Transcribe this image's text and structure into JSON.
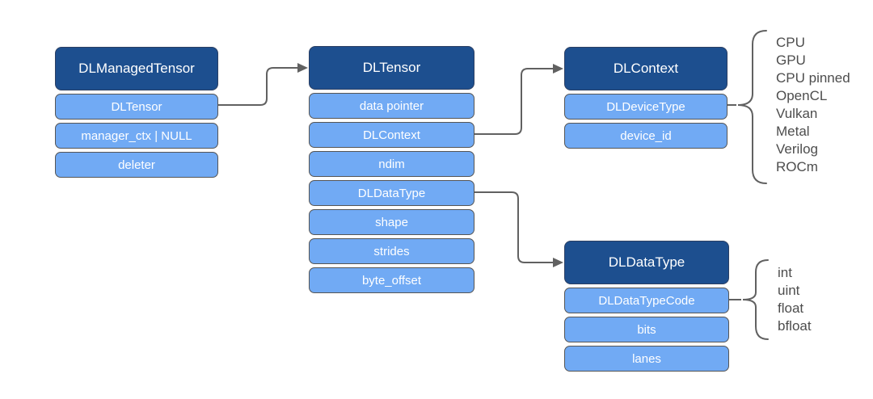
{
  "boxes": [
    {
      "title": "DLManagedTensor",
      "rows": [
        "DLTensor",
        "manager_ctx | NULL",
        "deleter"
      ]
    },
    {
      "title": "DLTensor",
      "rows": [
        "data pointer",
        "DLContext",
        "ndim",
        "DLDataType",
        "shape",
        "strides",
        "byte_offset"
      ]
    },
    {
      "title": "DLContext",
      "rows": [
        "DLDeviceType",
        "device_id"
      ]
    },
    {
      "title": "DLDataType",
      "rows": [
        "DLDataTypeCode",
        "bits",
        "lanes"
      ]
    }
  ],
  "enums": {
    "device_types": [
      "CPU",
      "GPU",
      "CPU pinned",
      "OpenCL",
      "Vulkan",
      "Metal",
      "Verilog",
      "ROCm"
    ],
    "data_type_codes": [
      "int",
      "uint",
      "float",
      "bfloat"
    ]
  },
  "colors": {
    "header_fill": "#1d4f8f",
    "row_fill": "#71aaf4",
    "connector": "#616161",
    "brace": "#616161",
    "enum_text": "#4d4d4d"
  }
}
